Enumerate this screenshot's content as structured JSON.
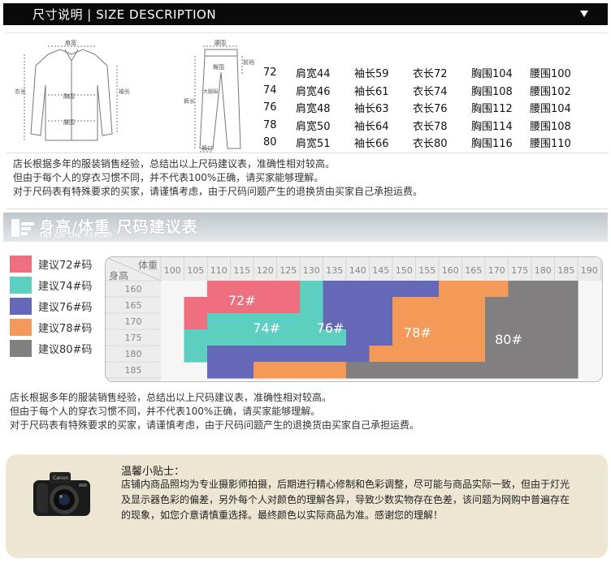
{
  "header": {
    "title": "尺寸说明 | SIZE DESCRIPTION"
  },
  "figures": {
    "shirt": {
      "shoulder": "肩宽",
      "length": "衣长",
      "sleeve": "袖长",
      "chest": "胸围",
      "waist": "腰围"
    },
    "pants": {
      "waistband": "腰围",
      "hip": "臀围",
      "front_rise": "前裆",
      "leg_length": "裤长",
      "thigh": "大腿围",
      "hem": "裤口"
    }
  },
  "size_table": [
    [
      "72",
      "肩宽44",
      "袖长59",
      "衣长72",
      "胸围104",
      "腰围100"
    ],
    [
      "74",
      "肩宽46",
      "袖长61",
      "衣长74",
      "胸围108",
      "腰围102"
    ],
    [
      "76",
      "肩宽48",
      "袖长63",
      "衣长76",
      "胸围112",
      "腰围104"
    ],
    [
      "78",
      "肩宽50",
      "袖长64",
      "衣长78",
      "胸围114",
      "腰围108"
    ],
    [
      "80",
      "肩宽51",
      "袖长66",
      "衣长80",
      "胸围116",
      "腰围110"
    ]
  ],
  "note1": [
    "店长根据多年的服装销售经验，总结出以上尺码建议表，准确性相对较高。",
    "但由于每个人的穿衣习惯不同，并不代表100%正确，请买家能够理解。",
    "对于尺码表有特殊要求的买家，请谨慎考虑，由于尺码问题产生的退换货由买家自己承担运费。"
  ],
  "banner2": {
    "title": "身高/体重  尺码建议表",
    "subtitle": "TRY ON THE REPORT"
  },
  "legend": [
    {
      "label": "建议72#码",
      "color": "#f06f7e"
    },
    {
      "label": "建议74#码",
      "color": "#5ccfc0"
    },
    {
      "label": "建议76#码",
      "color": "#6468b6"
    },
    {
      "label": "建议78#码",
      "color": "#f39a58"
    },
    {
      "label": "建议80#码",
      "color": "#817f7f"
    }
  ],
  "chart_data": {
    "type": "heatmap",
    "corner_top": "体重",
    "corner_bottom": "身高",
    "weights": [
      100,
      105,
      110,
      115,
      120,
      125,
      130,
      135,
      140,
      145,
      150,
      155,
      160,
      165,
      170,
      175,
      180,
      185,
      190
    ],
    "heights": [
      160,
      165,
      170,
      175,
      180,
      185
    ],
    "grid": [
      [
        null,
        null,
        "72#",
        "72#",
        "72#",
        "72#",
        "74#",
        "76#",
        "76#",
        "76#",
        "76#",
        "76#",
        "78#",
        "78#",
        "78#",
        "80#",
        "80#",
        "80#",
        null
      ],
      [
        null,
        "72#",
        "72#",
        "72#",
        "72#",
        "72#",
        "74#",
        "76#",
        "76#",
        "76#",
        "78#",
        "78#",
        "78#",
        "78#",
        "80#",
        "80#",
        "80#",
        "80#",
        null
      ],
      [
        null,
        "72#",
        "74#",
        "74#",
        "74#",
        "74#",
        "74#",
        "76#",
        "76#",
        "76#",
        "78#",
        "78#",
        "78#",
        "78#",
        "80#",
        "80#",
        "80#",
        "80#",
        null
      ],
      [
        null,
        "74#",
        "74#",
        "74#",
        "74#",
        "74#",
        "74#",
        "74#",
        "76#",
        "76#",
        "78#",
        "78#",
        "78#",
        "78#",
        "80#",
        "80#",
        "80#",
        "80#",
        null
      ],
      [
        null,
        "74#",
        "76#",
        "76#",
        "76#",
        "76#",
        "76#",
        "76#",
        "76#",
        "78#",
        "78#",
        "78#",
        "78#",
        "78#",
        "80#",
        "80#",
        "80#",
        "80#",
        null
      ],
      [
        null,
        null,
        "76#",
        "76#",
        "78#",
        "78#",
        "78#",
        "78#",
        "80#",
        "80#",
        "80#",
        "80#",
        "80#",
        "80#",
        "80#",
        "80#",
        "80#",
        "80#",
        null
      ]
    ],
    "region_labels": [
      "72#",
      "74#",
      "76#",
      "78#",
      "80#"
    ],
    "colors": {
      "72#": "#f06f7e",
      "74#": "#5ccfc0",
      "76#": "#6468b6",
      "78#": "#f39a58",
      "80#": "#817f7f"
    }
  },
  "note2": [
    "店长根据多年的服装销售经验，总结出以上尺码建议表，准确性相对较高。",
    "但由于每个人的穿衣习惯不同，并不代表100%正确，请买家能够理解。",
    "对于尺码表有特殊要求的买家，请谨慎考虑，由于尺码问题产生的退换货由买家自己承担运费。"
  ],
  "tip": {
    "heading": "温馨小贴士：",
    "body": "店铺内商品照均为专业摄影师拍摄，后期进行精心修制和色彩调整，尽可能与商品实际一致，但由于灯光及显示器色彩的偏差，另外每个人对颜色的理解各异，导致少数实物存在色差，该问题为网购中普遍存在的现象，如您介意请慎重选择。最终颜色以实际商品为准。感谢您的理解！",
    "camera_brand": "Canon"
  }
}
